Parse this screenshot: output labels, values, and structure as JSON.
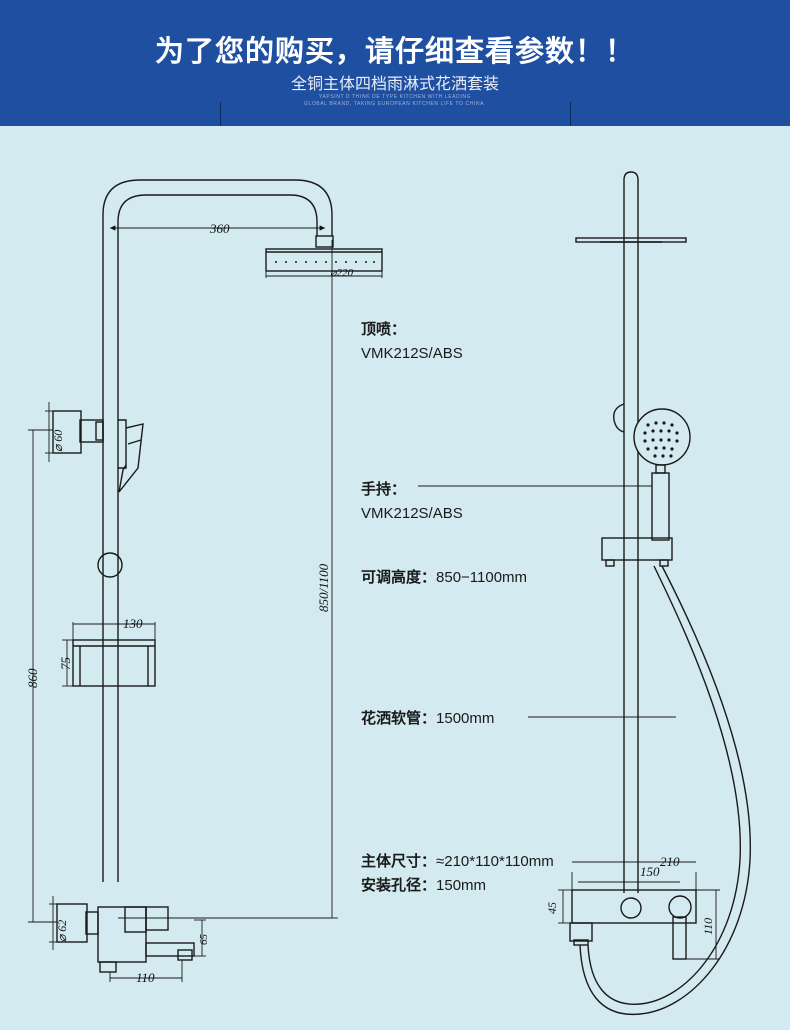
{
  "header": {
    "title": "为了您的购买，请仔细查看参数！！",
    "subtitle": "全铜主体四档雨淋式花洒套装",
    "tagline_1": "YAPSINT D THINK DE TYPE KITCHEN WITH LEADING",
    "tagline_2": "GLOBAL BRAND, TAKING EUROPEAN KITCHEN LIFE TO CHINA."
  },
  "dimensions": {
    "d360": "360",
    "d220": "⌀220",
    "d60": "⌀ 60",
    "d850": "850/1100",
    "d130": "130",
    "d75": "75",
    "d860": "860",
    "d62": "⌀ 62",
    "d65": "65",
    "d110_bottom": "110",
    "d210": "210",
    "d150": "150",
    "d45": "45",
    "d110_right": "110"
  },
  "specs": {
    "top_spray_label": "顶喷：",
    "top_spray_model": "VMK212S/ABS",
    "handheld_label": "手持：",
    "handheld_model": "VMK212S/ABS",
    "height_label": "可调高度：",
    "height_value": "850−1100mm",
    "hose_label": "花洒软管：",
    "hose_value": "1500mm",
    "body_size_label": "主体尺寸：",
    "body_size_value": "≈210*110*110mm",
    "hole_label": "安装孔径：",
    "hole_value": "150mm"
  }
}
